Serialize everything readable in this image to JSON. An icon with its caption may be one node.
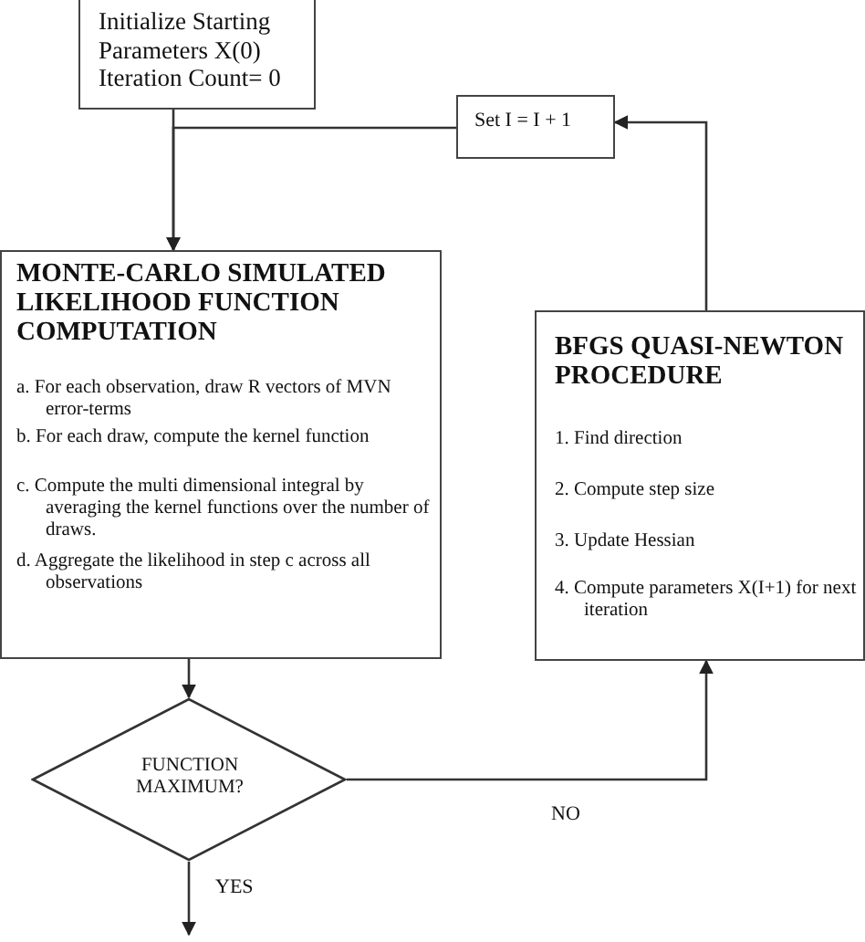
{
  "diagram": {
    "nodes": [
      {
        "text": [
          "Initialize Starting Parameters X(0) Iteration Count= 0"
        ]
      },
      {
        "text": [
          "Set I = I + 1"
        ]
      },
      {
        "text": [
          "MONTE-CARLO SIMULATED LIKELIHOOD FUNCTION COMPUTATION",
          "a. For each observation, draw R vectors of MVN error-terms",
          "b. For each draw, compute the kernel function",
          "c. Compute the multi dimensional integral by averaging the kernel functions over the number of draws.",
          "d. Aggregate the likelihood in step c across all observations"
        ]
      },
      {
        "text": [
          "BFGS QUASI-NEWTON PROCEDURE",
          "1. Find direction",
          "2. Compute step size",
          "3. Update Hessian",
          "4. Compute parameters X(I+1) for next iteration"
        ]
      },
      {
        "text": [
          "FUNCTION MAXIMUM?"
        ]
      }
    ],
    "edges": [
      {
        "from": 0,
        "to": 2,
        "arrow": "to"
      },
      {
        "from": 1,
        "to": 2,
        "arrow": "to"
      },
      {
        "from": 2,
        "to": 4,
        "arrow": "to"
      },
      {
        "from": 4,
        "to": 3,
        "arrow": "to",
        "label": "NO"
      },
      {
        "from": 3,
        "to": 1,
        "arrow": "to"
      },
      {
        "from": 4,
        "to": null,
        "arrow": "to",
        "label": "YES"
      }
    ]
  }
}
